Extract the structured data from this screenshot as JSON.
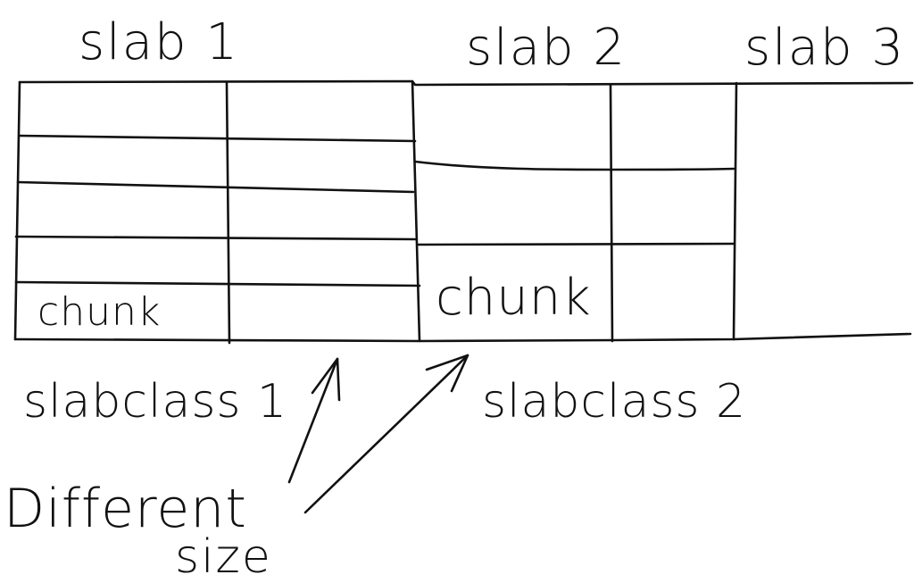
{
  "slabs": [
    {
      "label": "slab 1"
    },
    {
      "label": "slab 2"
    },
    {
      "label": "slab 3"
    }
  ],
  "chunks": [
    {
      "label": "chunk"
    },
    {
      "label": "chunk"
    }
  ],
  "slabclasses": [
    {
      "label": "slabclass 1"
    },
    {
      "label": "slabclass 2"
    }
  ],
  "annotation": {
    "line1": "Different",
    "line2": "size"
  },
  "colors": {
    "ink": "#111111",
    "background": "#ffffff"
  }
}
